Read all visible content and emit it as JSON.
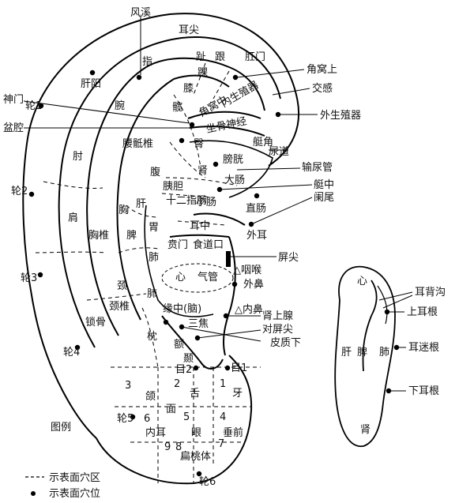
{
  "labels": {
    "fengxi": "风溪",
    "erjian": "耳尖",
    "gangmen": "肛门",
    "jiaowoshang": "角窝上",
    "jiaogan": "交感",
    "waishengzhiqi": "外生殖器",
    "shenmen": "神门",
    "lun1": "轮1",
    "penqiang": "盆腔",
    "ganyang": "肝阳",
    "zhi": "指",
    "zhi_toe": "趾",
    "gen": "跟",
    "huai": "踝",
    "wan": "腕",
    "xi": "膝",
    "kuan": "髋",
    "jiaowozhong": "角窝中",
    "neishengzhiqi": "内生殖器",
    "zuogushenjing": "坐骨神经",
    "yaodizhui": "腰骶椎",
    "tun": "臀",
    "tingjiao": "艇角",
    "niaodao": "尿道",
    "zhou": "肘",
    "lun2": "轮2",
    "fu": "腹",
    "pangguang": "膀胱",
    "shen": "肾",
    "shuniaoguan": "输尿管",
    "yidan": "胰胆",
    "dachang": "大肠",
    "tingzhong": "艇中",
    "shierzhichang": "十二指肠",
    "lanwei": "阑尾",
    "xiaochang": "小肠",
    "zhichang": "直肠",
    "jian": "肩",
    "xiongzhui": "胸椎",
    "xiong": "胸",
    "gan": "肝",
    "erzhong": "耳中",
    "waier": "外耳",
    "pi": "脾",
    "wei": "胃",
    "benmen": "贲门",
    "shidao": "食道",
    "kou": "口",
    "pingjian": "屏尖",
    "lun3": "轮3",
    "fei": "肺",
    "xin": "心",
    "qiguan": "气管",
    "yanhou": "△咽喉",
    "waibi": "外鼻",
    "jing": "颈",
    "jingzhui": "颈椎",
    "yuanzhong": "缘中(脑)",
    "neibi": "△内鼻",
    "shenshangxian": "肾上腺",
    "suogu": "锁骨",
    "sanjiao": "三焦",
    "duipingjian": "对屏尖",
    "lun4": "轮4",
    "zhen": "枕",
    "e": "额",
    "niezhen": "颞",
    "pizhixia": "皮质下",
    "mu2": "目2",
    "mu1": "目1",
    "n3": "3",
    "n2": "2",
    "n1": "1",
    "he": "颌",
    "she": "舌",
    "ya": "牙",
    "mian": "面",
    "lun5": "轮5",
    "n6": "6",
    "n5": "5",
    "n4": "4",
    "neier": "内耳",
    "yan": "眼",
    "chuiqian": "垂前",
    "n9": "9",
    "n8": "8",
    "n7": "7",
    "biantaoti": "扁桃体",
    "lun6": "轮6",
    "tuli": "图例",
    "legend_area": "示表面穴区",
    "legend_point": "示表面穴位",
    "back_xin": "心",
    "erbeigou": "耳背沟",
    "shangergen": "上耳根",
    "back_gan": "肝",
    "back_pi": "脾",
    "back_fei": "肺",
    "ermigen": "耳迷根",
    "xiaergen": "下耳根",
    "back_shen": "肾"
  }
}
